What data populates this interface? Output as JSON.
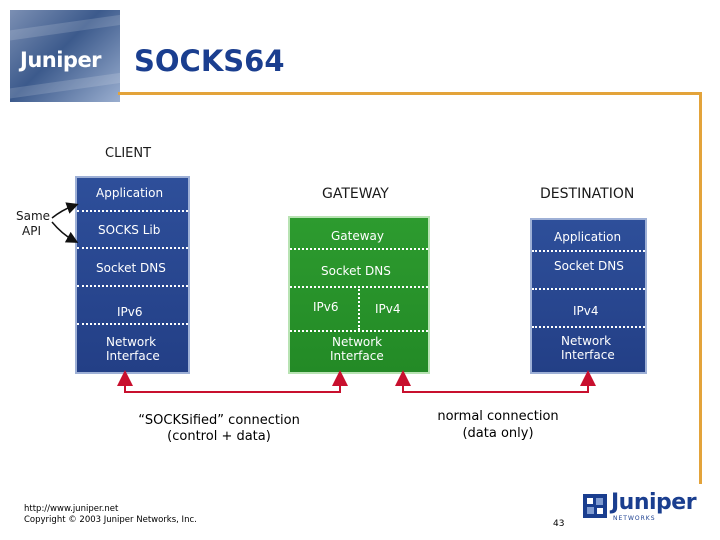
{
  "header": {
    "logo_text": "Juniper",
    "title": "SOCKS64"
  },
  "client": {
    "title": "CLIENT",
    "layers": {
      "application": "Application",
      "socks_lib": "SOCKS Lib",
      "socket_dns": "Socket DNS",
      "ipv6": "IPv6",
      "network_interface_1": "Network",
      "network_interface_2": "Interface"
    },
    "side_label_1": "Same",
    "side_label_2": "API"
  },
  "gateway": {
    "title": "GATEWAY",
    "layers": {
      "gateway": "Gateway",
      "socket_dns": "Socket DNS",
      "ipv6": "IPv6",
      "ipv4": "IPv4",
      "network_interface_1": "Network",
      "network_interface_2": "Interface"
    }
  },
  "destination": {
    "title": "DESTINATION",
    "layers": {
      "application": "Application",
      "socket_dns": "Socket DNS",
      "ipv4": "IPv4",
      "network_interface_1": "Network",
      "network_interface_2": "Interface"
    }
  },
  "connections": {
    "socksified_line1": "“SOCKSified” connection",
    "socksified_line2": "(control + data)",
    "normal_line1": "normal connection",
    "normal_line2": "(data only)"
  },
  "footer": {
    "url": "http://www.juniper.net",
    "copyright": "Copyright © 2003 Juniper Networks, Inc.",
    "page_number": "43",
    "logo_text": "Juniper",
    "logo_subtext": "NETWORKS"
  },
  "colors": {
    "title": "#1a3e8f",
    "accent_line": "#e3a33a",
    "client_dest_stack": "#2a4891",
    "gateway_stack": "#2a9a2d",
    "connection_arrow": "#c8102e"
  }
}
